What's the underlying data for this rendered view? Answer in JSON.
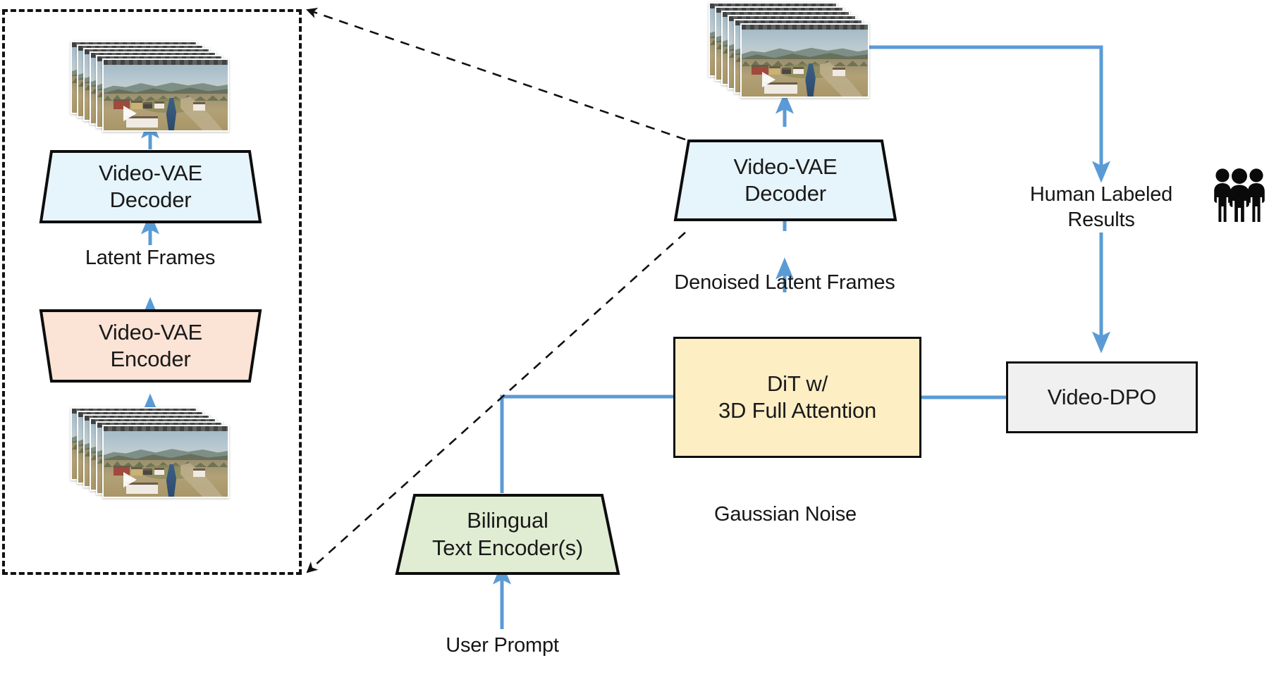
{
  "diagram": {
    "title": "Video generation pipeline with Video-VAE, DiT and Video-DPO",
    "colors": {
      "arrow_blue": "#5b9bd5",
      "vae_decoder_fill": "#e6f4fb",
      "vae_encoder_fill": "#fbe3d6",
      "dit_fill": "#fdeec4",
      "dpo_fill": "#f0f0f0",
      "text_encoder_fill": "#e0edd3",
      "outline": "#0d0d0d",
      "dashed_group": "#111111",
      "text": "#161616"
    },
    "nodes": [
      {
        "id": "vae-decoder-left",
        "label": "Video-VAE\nDecoder",
        "shape": "trapezoid",
        "fill": "#e6f4fb"
      },
      {
        "id": "vae-encoder-left",
        "label": "Video-VAE\nEncoder",
        "shape": "trapezoid-inverted",
        "fill": "#fbe3d6"
      },
      {
        "id": "vae-decoder-right",
        "label": "Video-VAE\nDecoder",
        "shape": "trapezoid",
        "fill": "#e6f4fb"
      },
      {
        "id": "dit",
        "label": "DiT w/\n3D Full Attention",
        "shape": "rectangle",
        "fill": "#fdeec4"
      },
      {
        "id": "video-dpo",
        "label": "Video-DPO",
        "shape": "rectangle",
        "fill": "#f0f0f0"
      },
      {
        "id": "text-encoder",
        "label": "Bilingual\nText Encoder(s)",
        "shape": "trapezoid",
        "fill": "#e0edd3"
      }
    ],
    "labels": {
      "latent_frames": "Latent Frames",
      "denoised_latent_frames": "Denoised Latent Frames",
      "gaussian_noise": "Gaussian Noise",
      "user_prompt": "User Prompt",
      "human_labeled_results": "Human Labeled\nResults"
    },
    "frame_stacks": [
      {
        "id": "output-frames-left",
        "frames": 6,
        "caption": "video frame stack output of left Video-VAE decoder"
      },
      {
        "id": "input-frames-left",
        "frames": 6,
        "caption": "video frame stack input to left Video-VAE encoder"
      },
      {
        "id": "generated-frames-right",
        "frames": 6,
        "caption": "generated video frame stack from right Video-VAE decoder"
      }
    ],
    "icons": [
      {
        "id": "people-icon",
        "name": "three-people-icon",
        "count": 3
      },
      {
        "id": "play-icon",
        "name": "play-triangle-icon"
      }
    ],
    "edges": [
      {
        "from": "input-frames-left",
        "to": "vae-encoder-left",
        "style": "solid-blue-arrow"
      },
      {
        "from": "vae-encoder-left",
        "to": "latent_frames",
        "style": "solid-blue-arrow"
      },
      {
        "from": "latent_frames",
        "to": "vae-decoder-left",
        "style": "solid-blue-arrow"
      },
      {
        "from": "vae-decoder-left",
        "to": "output-frames-left",
        "style": "solid-blue-arrow"
      },
      {
        "from": "group-box",
        "to": "vae-decoder-right",
        "style": "dashed-callout"
      },
      {
        "from": "text-encoder",
        "to": "dit",
        "style": "solid-blue-elbow-arrow"
      },
      {
        "from": "gaussian_noise",
        "to": "dit",
        "style": "solid-blue-arrow"
      },
      {
        "from": "dit",
        "to": "denoised_latent_frames",
        "style": "solid-blue-arrow"
      },
      {
        "from": "denoised_latent_frames",
        "to": "vae-decoder-right",
        "style": "solid-blue-arrow"
      },
      {
        "from": "vae-decoder-right",
        "to": "generated-frames-right",
        "style": "solid-blue-arrow"
      },
      {
        "from": "generated-frames-right",
        "to": "human_labeled_results",
        "style": "solid-blue-elbow-arrow"
      },
      {
        "from": "human_labeled_results",
        "to": "video-dpo",
        "style": "solid-blue-arrow"
      },
      {
        "from": "video-dpo",
        "to": "dit",
        "style": "solid-blue-arrow"
      },
      {
        "from": "user_prompt",
        "to": "text-encoder",
        "style": "solid-blue-arrow"
      }
    ]
  }
}
